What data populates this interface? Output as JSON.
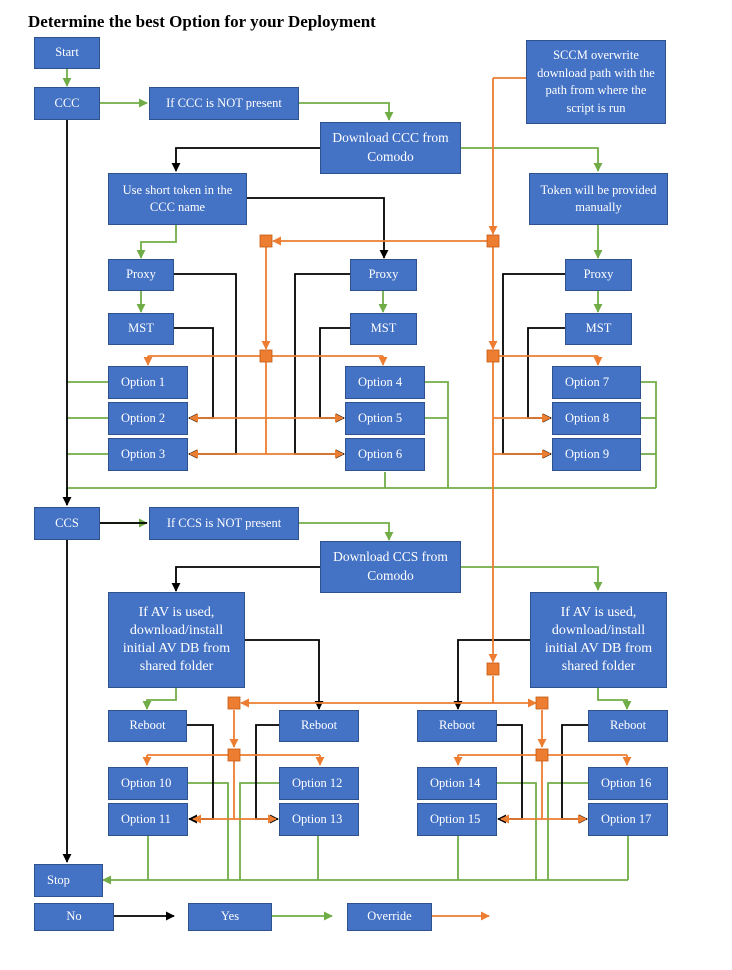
{
  "title": "Determine the best Option for your Deployment",
  "nodes": {
    "start": "Start",
    "ccc": "CCC",
    "if_ccc": "If CCC is NOT present",
    "download_ccc": "Download CCC from Comodo",
    "sccm": "SCCM overwrite download path with the path from where the script is run",
    "short_token": "Use short token in the CCC name",
    "token_manual": "Token will be provided manually",
    "proxy": "Proxy",
    "mst": "MST",
    "option1": "Option 1",
    "option2": "Option 2",
    "option3": "Option 3",
    "option4": "Option 4",
    "option5": "Option 5",
    "option6": "Option 6",
    "option7": "Option 7",
    "option8": "Option 8",
    "option9": "Option 9",
    "ccs": "CCS",
    "if_ccs": "If CCS is NOT present",
    "download_ccs": "Download CCS from Comodo",
    "av": "If AV is used, download/install initial AV DB from shared folder",
    "reboot": "Reboot",
    "option10": "Option 10",
    "option11": "Option 11",
    "option12": "Option 12",
    "option13": "Option 13",
    "option14": "Option 14",
    "option15": "Option 15",
    "option16": "Option 16",
    "option17": "Option 17",
    "stop": "Stop"
  },
  "legend": {
    "no": "No",
    "yes": "Yes",
    "override": "Override"
  },
  "colors": {
    "box_fill": "#4472c4",
    "box_border": "#2f528f",
    "no_line": "#000000",
    "yes_line": "#70ad47",
    "override_line": "#ed7d31"
  }
}
